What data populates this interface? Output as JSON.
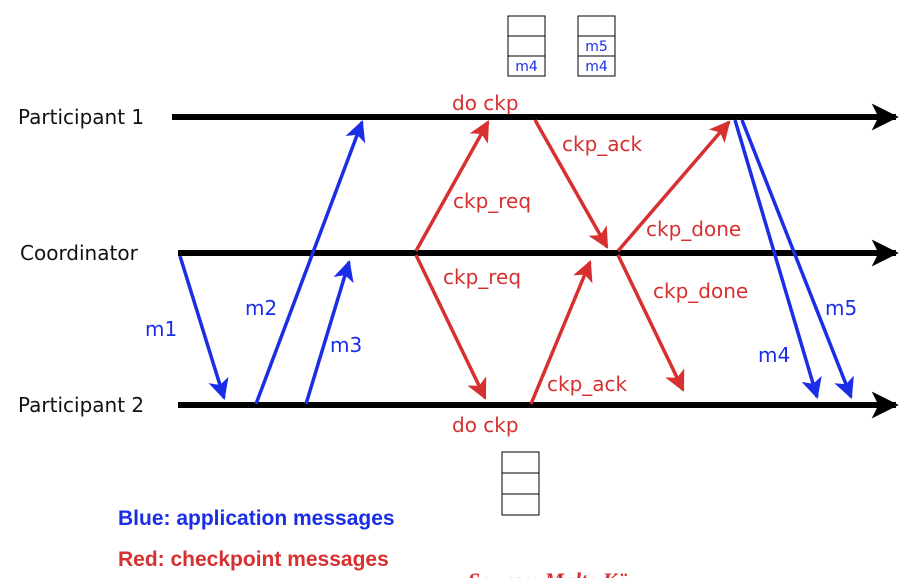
{
  "colors": {
    "application": "#1a2ee6",
    "checkpoint": "#d63030",
    "timeline": "#000000"
  },
  "lanes": [
    {
      "id": "p1",
      "label": "Participant 1"
    },
    {
      "id": "coord",
      "label": "Coordinator"
    },
    {
      "id": "p2",
      "label": "Participant 2"
    }
  ],
  "events": [
    {
      "label": "do ckp",
      "lane": "p1"
    },
    {
      "label": "do ckp",
      "lane": "p2"
    }
  ],
  "messages": [
    {
      "label": "m1",
      "kind": "application",
      "from": "coord",
      "to": "p2"
    },
    {
      "label": "m2",
      "kind": "application",
      "from": "p2",
      "to": "p1"
    },
    {
      "label": "m3",
      "kind": "application",
      "from": "p2",
      "to": "coord"
    },
    {
      "label": "ckp_req",
      "kind": "checkpoint",
      "from": "coord",
      "to": "p1"
    },
    {
      "label": "ckp_req",
      "kind": "checkpoint",
      "from": "coord",
      "to": "p2"
    },
    {
      "label": "ckp_ack",
      "kind": "checkpoint",
      "from": "p1",
      "to": "coord"
    },
    {
      "label": "ckp_ack",
      "kind": "checkpoint",
      "from": "p2",
      "to": "coord"
    },
    {
      "label": "ckp_done",
      "kind": "checkpoint",
      "from": "coord",
      "to": "p1"
    },
    {
      "label": "ckp_done",
      "kind": "checkpoint",
      "from": "coord",
      "to": "p2"
    },
    {
      "label": "m4",
      "kind": "application",
      "from": "p1",
      "to": "p2"
    },
    {
      "label": "m5",
      "kind": "application",
      "from": "p1",
      "to": "p2"
    }
  ],
  "buffers": [
    {
      "lane": "p1",
      "slots": [
        "",
        "",
        "m4"
      ]
    },
    {
      "lane": "p1",
      "slots": [
        "",
        "m5",
        "m4"
      ]
    },
    {
      "lane": "p2",
      "slots": [
        "",
        "",
        ""
      ]
    }
  ],
  "legend": [
    {
      "label": "Blue: application messages",
      "kind": "application"
    },
    {
      "label": "Red: checkpoint messages",
      "kind": "checkpoint"
    }
  ],
  "footer_text": "Source: Malte Kö"
}
